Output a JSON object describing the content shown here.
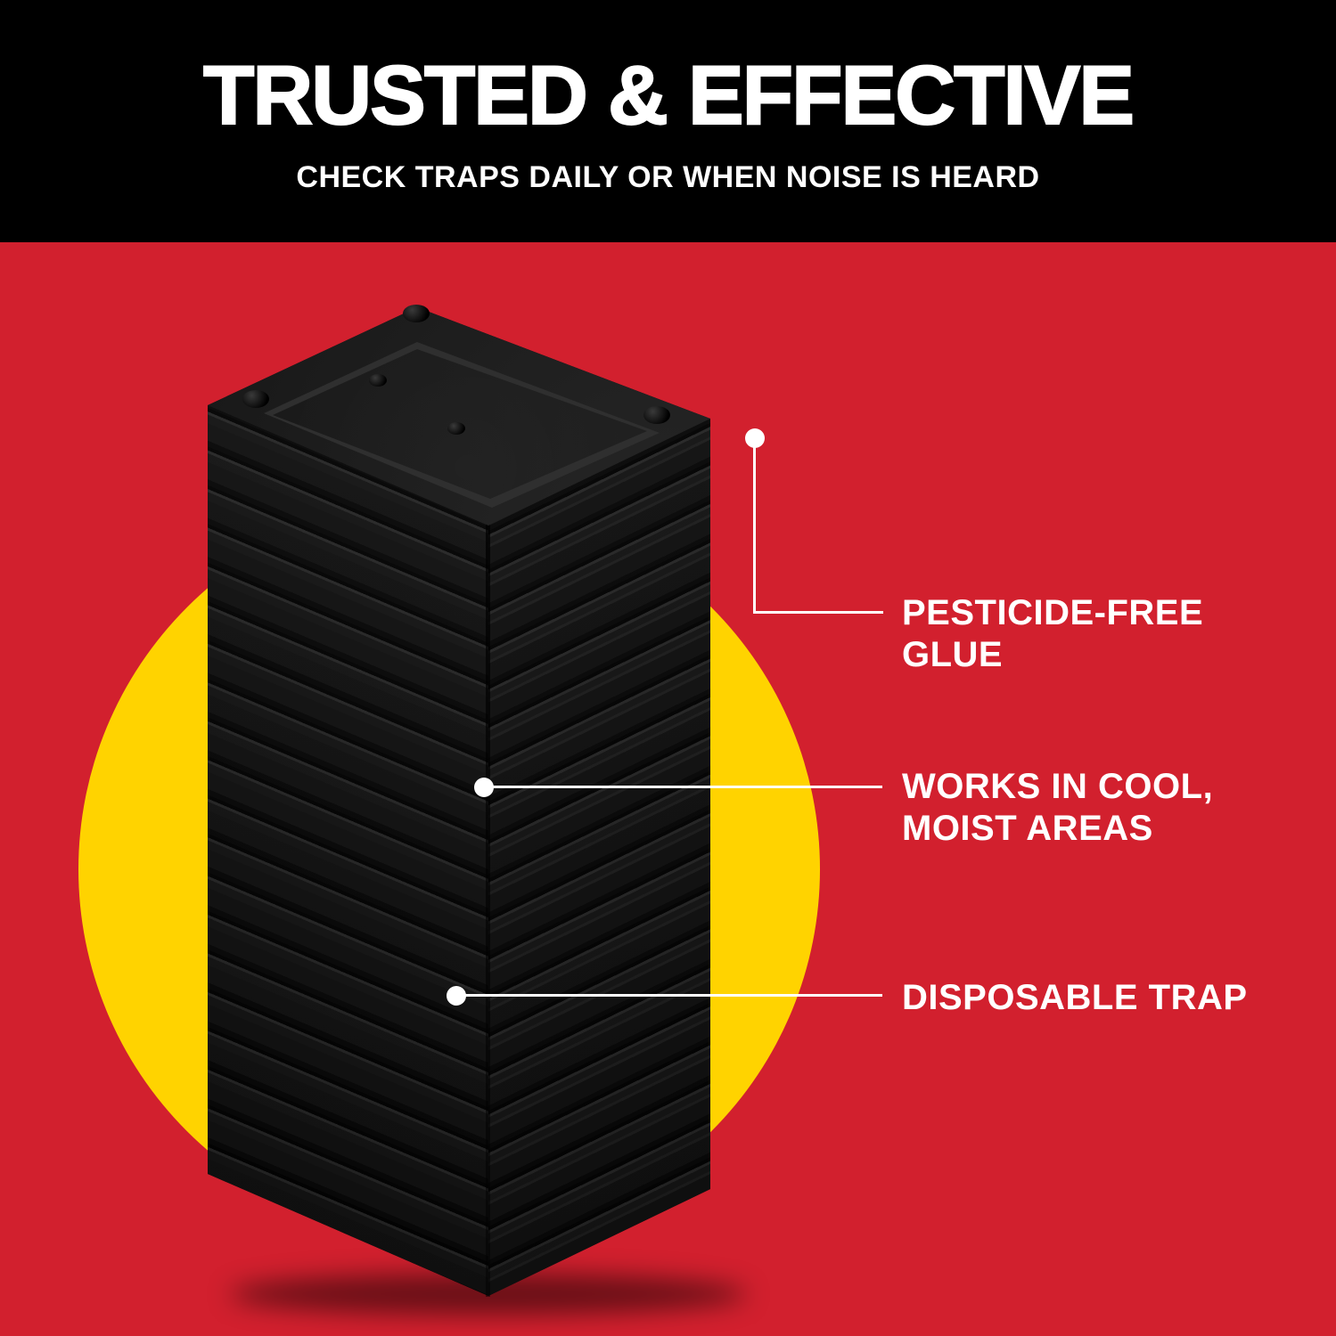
{
  "header": {
    "title": "TRUSTED & EFFECTIVE",
    "subtitle": "CHECK TRAPS DAILY OR WHEN NOISE IS HEARD"
  },
  "callouts": [
    {
      "name": "pesticide-free-glue",
      "line1": "PESTICIDE-FREE",
      "line2": "GLUE"
    },
    {
      "name": "works-in-cool-moist-areas",
      "line1": "WORKS IN COOL,",
      "line2": "MOIST AREAS"
    },
    {
      "name": "disposable-trap",
      "line1": "DISPOSABLE TRAP",
      "line2": ""
    }
  ],
  "illustration": {
    "name": "stack-of-black-disposable-glue-traps"
  },
  "colors": {
    "background_red": "#d2202e",
    "accent_yellow": "#ffd300",
    "banner_black": "#000000",
    "text_white": "#ffffff",
    "trap_black": "#141414"
  }
}
